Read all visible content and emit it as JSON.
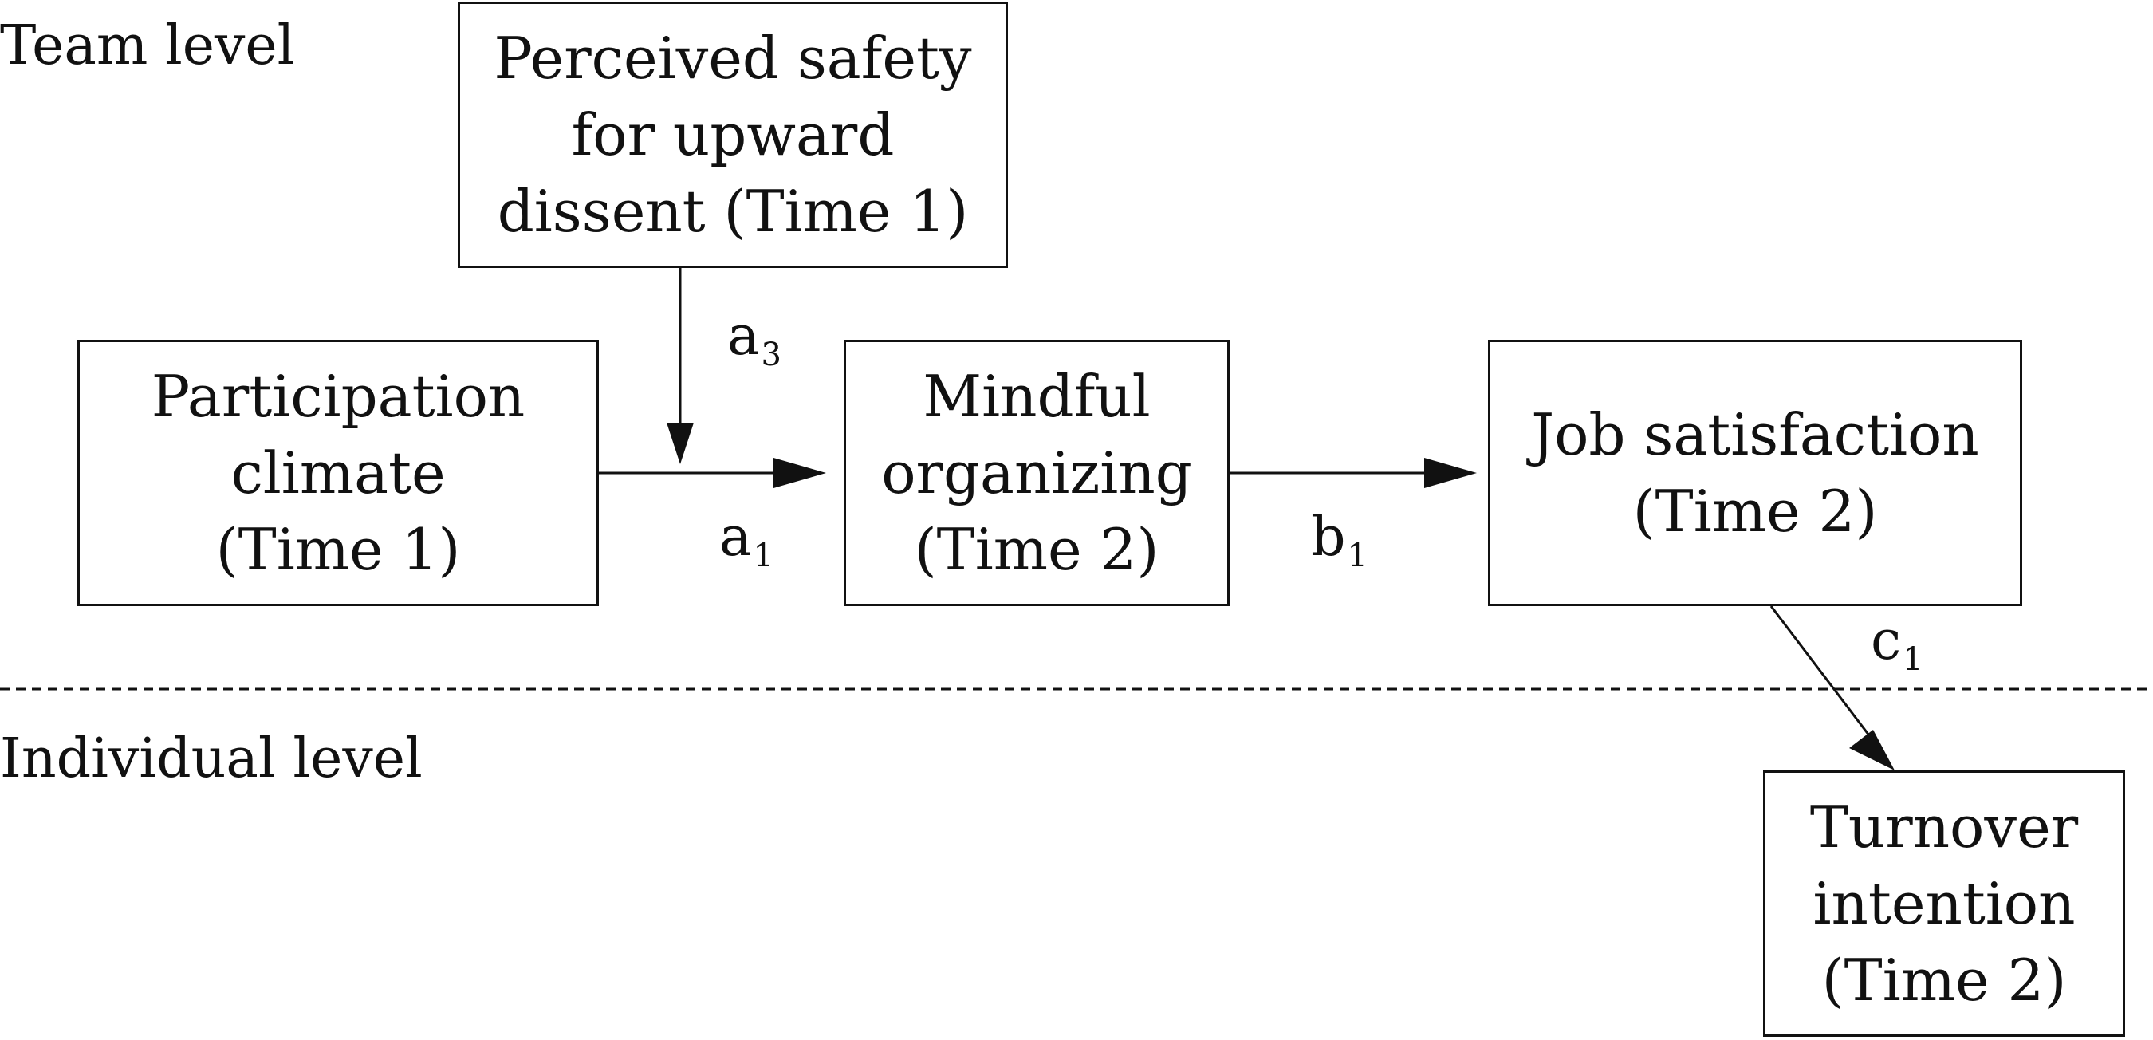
{
  "levels": {
    "team": "Team level",
    "individual": "Individual level"
  },
  "boxes": {
    "safety": [
      "Perceived safety",
      "for upward",
      "dissent (Time 1)"
    ],
    "participation": [
      "Participation",
      "climate",
      "(Time 1)"
    ],
    "mindful": [
      "Mindful",
      "organizing",
      "(Time 2)"
    ],
    "job_satisfaction": [
      "Job satisfaction",
      "(Time 2)"
    ],
    "turnover": [
      "Turnover",
      "intention",
      "(Time 2)"
    ]
  },
  "paths": {
    "a3": {
      "letter": "a",
      "sub": "3"
    },
    "a1": {
      "letter": "a",
      "sub": "1"
    },
    "b1": {
      "letter": "b",
      "sub": "1"
    },
    "c1": {
      "letter": "c",
      "sub": "1"
    }
  }
}
